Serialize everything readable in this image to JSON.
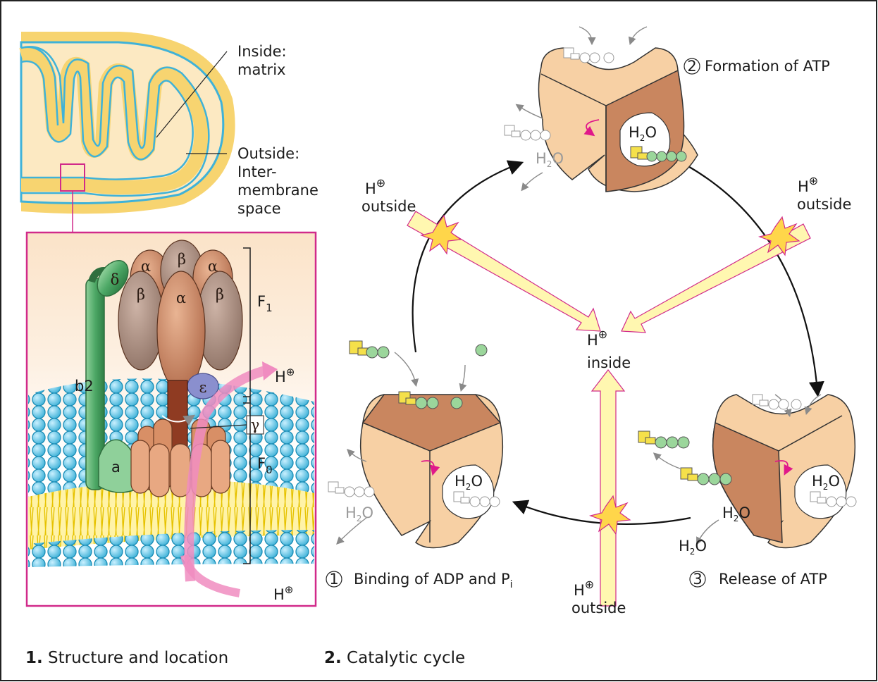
{
  "labels": {
    "inside_matrix_1": "Inside:",
    "inside_matrix_2": "matrix",
    "outside_1": "Outside:",
    "outside_2": "Inter-",
    "outside_3": "membrane",
    "outside_4": "space",
    "f1": "F",
    "f1_sub": "1",
    "f0": "F",
    "f0_sub": "0",
    "b2": "b2",
    "a": "a",
    "delta": "δ",
    "alpha": "α",
    "beta": "β",
    "epsilon": "ε",
    "gamma": "γ",
    "h_plus": "H",
    "h_plus_sup": "⊕",
    "outside": "outside",
    "inside": "inside",
    "h2o_h": "H",
    "h2o_2": "2",
    "h2o_o": "O",
    "p": "P",
    "a_letter": "A"
  },
  "steps": {
    "step1_num": "1",
    "step1_label": "Binding of ADP and P",
    "step1_sub": "i",
    "step2_num": "2",
    "step2_label": "Formation of ATP",
    "step3_num": "3",
    "step3_label": "Release of ATP"
  },
  "captions": {
    "c1_num": "1.",
    "c1_text": " Structure and location",
    "c2_num": "2.",
    "c2_text": " Catalytic cycle"
  },
  "colors": {
    "frame": "#d12a8a",
    "membrane_yellow": "#f7d470",
    "membrane_blue": "#3fb2d8",
    "rotor_light": "#f7d0a4",
    "rotor_dark": "#c9865f",
    "pink_arrow": "#f08cc0",
    "proton_channel": "#fff7b0",
    "star": "#ffd64a"
  }
}
